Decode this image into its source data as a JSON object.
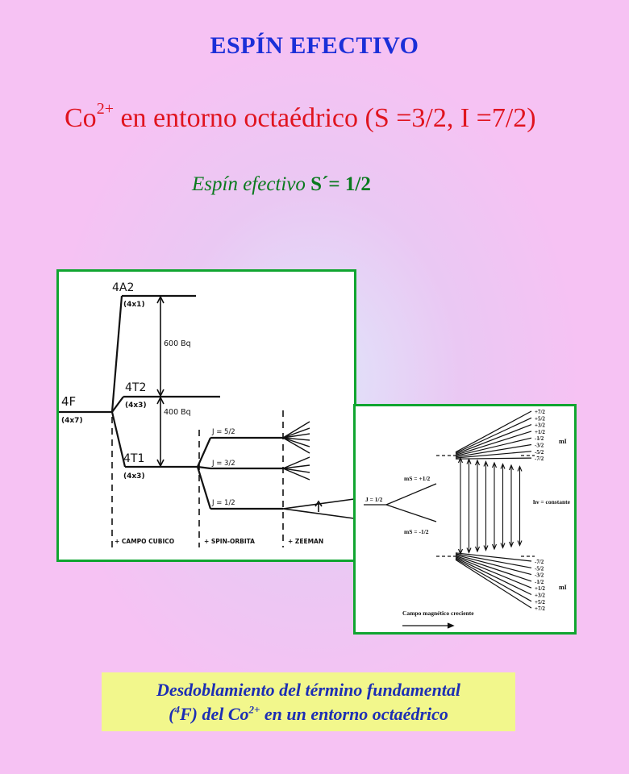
{
  "header": {
    "title": "ESPÍN EFECTIVO",
    "ion": "Co",
    "ion_charge": "2+",
    "environment": "en entorno octaédrico (S =3/2, I =7/2)",
    "effective_spin_label": "Espín efectivo",
    "effective_spin_value": "S´= 1/2"
  },
  "diagram_left": {
    "free_ion_term": "4F",
    "free_ion_degeneracy": "(4x7)",
    "levels": [
      {
        "term": "4A2",
        "degeneracy": "(4x1)"
      },
      {
        "term": "4T2",
        "degeneracy": "(4x3)"
      },
      {
        "term": "4T1",
        "degeneracy": "(4x3)"
      }
    ],
    "gaps": [
      "600 Bq",
      "400 Bq"
    ],
    "j_levels": [
      "J = 5/2",
      "J = 3/2",
      "J = 1/2"
    ],
    "stages": [
      "+ CAMPO CUBICO",
      "+ SPIN-ORBITA",
      "+ ZEEMAN"
    ]
  },
  "diagram_right": {
    "j_label": "J = 1/2",
    "ms_upper": "mS = +1/2",
    "ms_lower": "mS = -1/2",
    "mi_upper_values": [
      "+7/2",
      "+5/2",
      "+3/2",
      "+1/2",
      "-1/2",
      "-3/2",
      "-5/2",
      "-7/2"
    ],
    "mi_lower_values": [
      "-7/2",
      "-5/2",
      "-3/2",
      "-1/2",
      "+1/2",
      "+3/2",
      "+5/2",
      "+7/2"
    ],
    "mi_label": "mI",
    "transition_label": "hν = constante",
    "field_label": "Campo magnético creciente"
  },
  "caption": {
    "line1": "Desdoblamiento del término fundamental",
    "line2_open": "(",
    "line2_sup": "4",
    "line2_mid": "F) del Co",
    "line2_sup2": "2+",
    "line2_end": " en un entorno octaédrico"
  }
}
